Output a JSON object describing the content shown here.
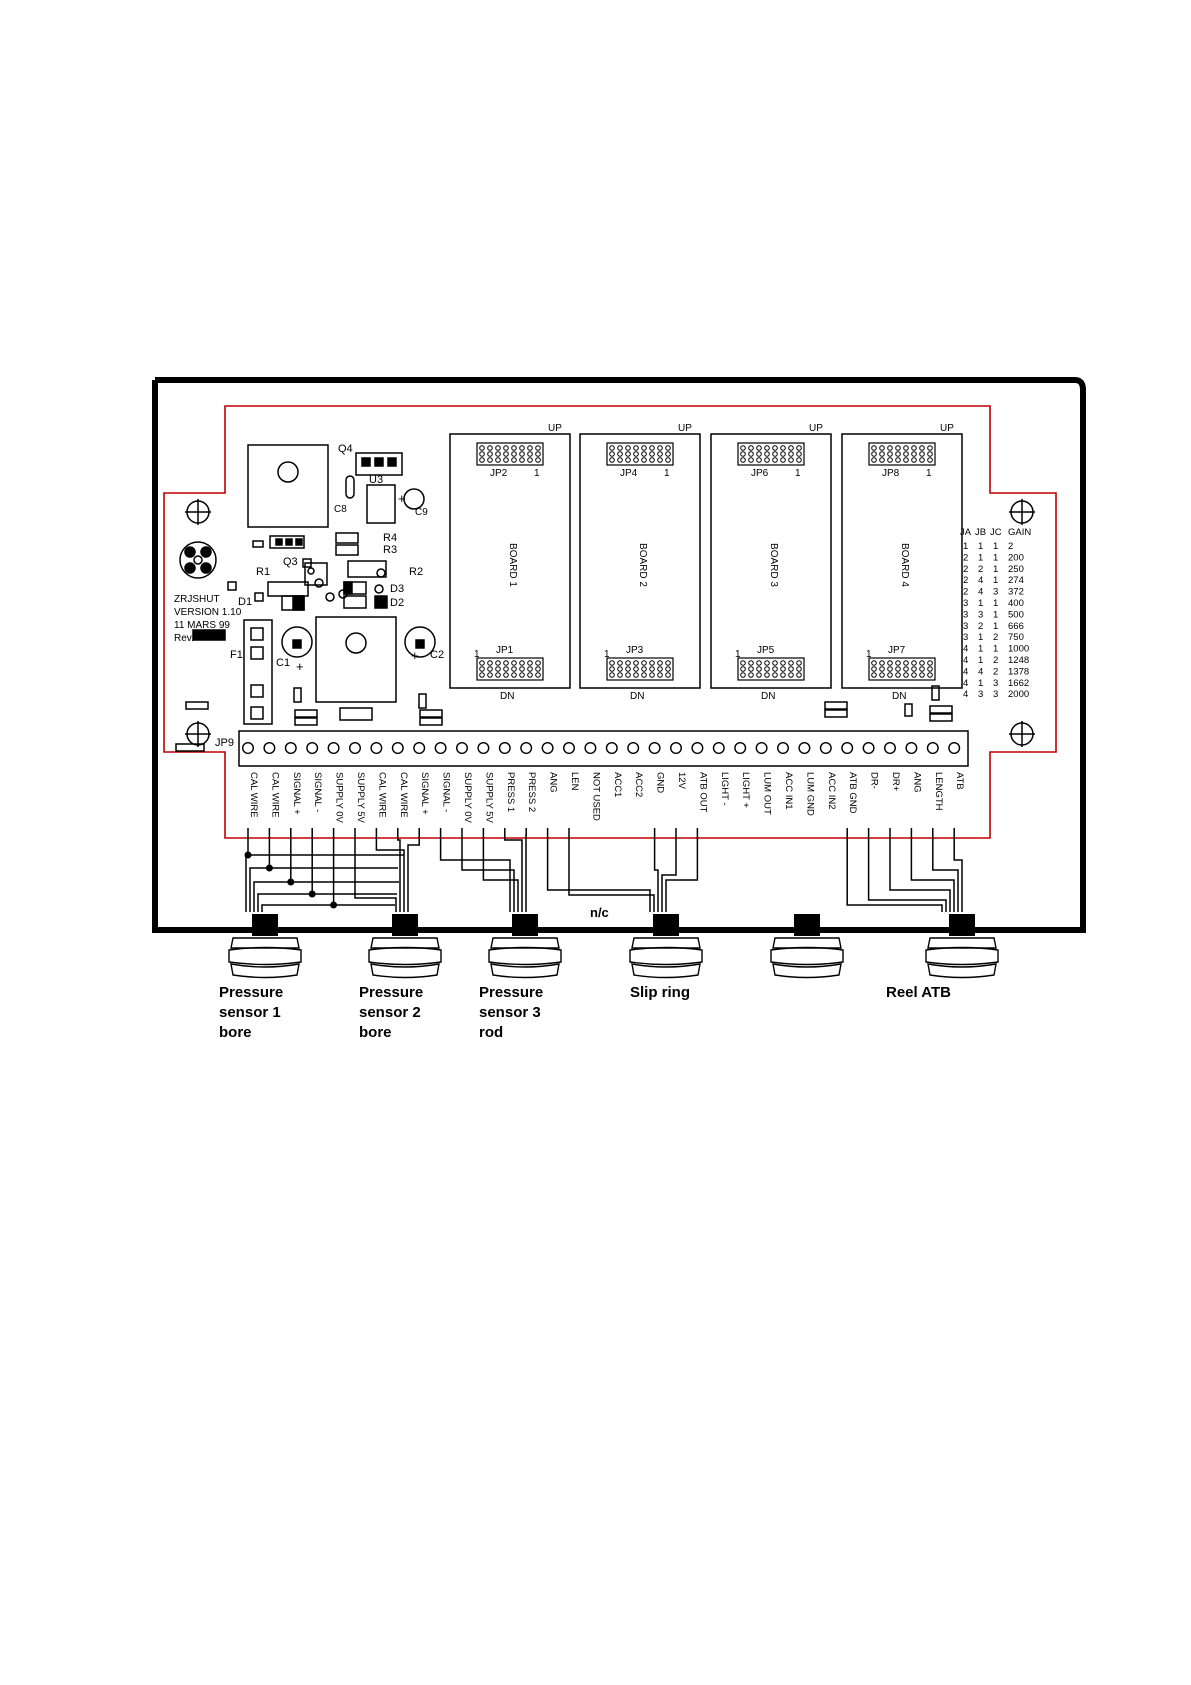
{
  "pcb_text": {
    "line1": "ZRJSHUT",
    "line2": "VERSION 1.10",
    "line3": "11 MARS 99",
    "rev": "Rev."
  },
  "components": {
    "q4": "Q4",
    "u3": "U3",
    "c8": "C8",
    "c9": "C9",
    "r4": "R4",
    "r3": "R3",
    "q3": "Q3",
    "r2": "R2",
    "r1": "R1",
    "d1": "D1",
    "d3": "D3",
    "d2": "D2",
    "f1": "F1",
    "c1": "C1",
    "c2": "C2",
    "jp9": "JP9"
  },
  "boards": [
    {
      "name": "BOARD 1",
      "top_jumper": "JP2",
      "bottom_jumper": "JP1",
      "pin": "1",
      "up": "UP",
      "dn": "DN"
    },
    {
      "name": "BOARD 2",
      "top_jumper": "JP4",
      "bottom_jumper": "JP3",
      "pin": "1",
      "up": "UP",
      "dn": "DN"
    },
    {
      "name": "BOARD 3",
      "top_jumper": "JP6",
      "bottom_jumper": "JP5",
      "pin": "1",
      "up": "UP",
      "dn": "DN"
    },
    {
      "name": "BOARD 4",
      "top_jumper": "JP8",
      "bottom_jumper": "JP7",
      "pin": "1",
      "up": "UP",
      "dn": "DN"
    }
  ],
  "gain_table": {
    "headers": [
      "JA",
      "JB",
      "JC",
      "GAIN"
    ],
    "rows": [
      [
        "1",
        "1",
        "1",
        "2"
      ],
      [
        "2",
        "1",
        "1",
        "200"
      ],
      [
        "2",
        "2",
        "1",
        "250"
      ],
      [
        "2",
        "4",
        "1",
        "274"
      ],
      [
        "2",
        "4",
        "3",
        "372"
      ],
      [
        "3",
        "1",
        "1",
        "400"
      ],
      [
        "3",
        "3",
        "1",
        "500"
      ],
      [
        "3",
        "2",
        "1",
        "666"
      ],
      [
        "3",
        "1",
        "2",
        "750"
      ],
      [
        "4",
        "1",
        "1",
        "1000"
      ],
      [
        "4",
        "1",
        "2",
        "1248"
      ],
      [
        "4",
        "4",
        "2",
        "1378"
      ],
      [
        "4",
        "1",
        "3",
        "1662"
      ],
      [
        "4",
        "3",
        "3",
        "2000"
      ]
    ]
  },
  "terminals": [
    "CAL WIRE",
    "CAL WIRE",
    "SIGNAL +",
    "SIGNAL -",
    "SUPPLY 0V",
    "SUPPLY 5V",
    "CAL WIRE",
    "CAL WIRE",
    "SIGNAL +",
    "SIGNAL -",
    "SUPPLY 0V",
    "SUPPLY 5V",
    "PRESS 1",
    "PRESS 2",
    "ANG",
    "LEN",
    "NOT USED",
    "ACC1",
    "ACC2",
    "GND",
    "12V",
    "ATB OUT",
    "LIGHT -",
    "LIGHT +",
    "LUM OUT",
    "ACC IN1",
    "LUM GND",
    "ACC IN2",
    "ATB GND",
    "DR-",
    "DR+",
    "ANG",
    "LENGTH",
    "ATB"
  ],
  "nc_label": "n/c",
  "glands": [
    {
      "lines": [
        "Pressure",
        "sensor 1",
        "bore"
      ]
    },
    {
      "lines": [
        "Pressure",
        "sensor 2",
        "bore"
      ]
    },
    {
      "lines": [
        "Pressure",
        "sensor 3",
        "rod"
      ]
    },
    {
      "lines": [
        "Slip ring"
      ]
    },
    {
      "lines": []
    },
    {
      "lines": [
        "Reel ATB"
      ]
    }
  ],
  "colors": {
    "pcb_outline": "#c00000",
    "ink": "#000000",
    "background": "#ffffff"
  }
}
